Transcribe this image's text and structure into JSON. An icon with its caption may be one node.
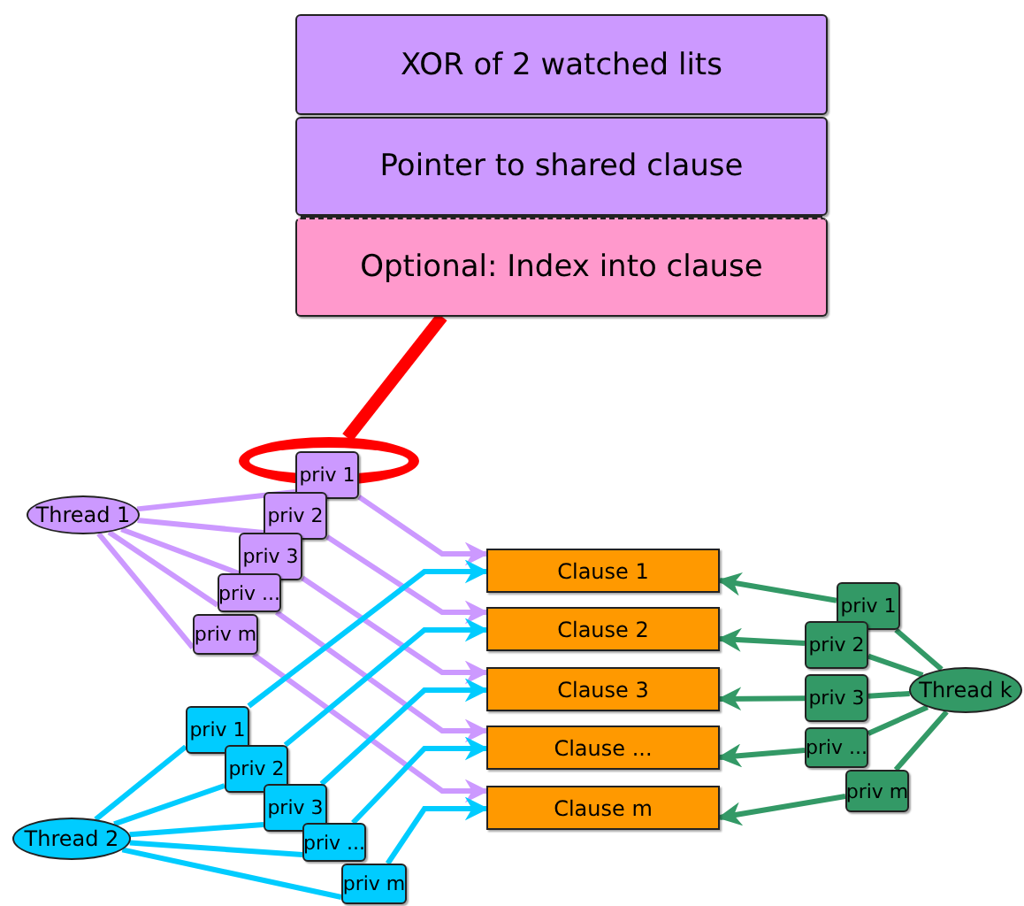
{
  "diagram": {
    "nodes": [
      {
        "text": [
          "XOR of 2 watched lits"
        ]
      },
      {
        "text": [
          "Pointer to shared clause"
        ]
      },
      {
        "text": [
          "Optional: Index into clause"
        ]
      },
      {
        "text": [],
        "shape": "ellipse"
      },
      {
        "text": [
          "Thread 1"
        ]
      },
      {
        "text": [
          "priv 1"
        ]
      },
      {
        "text": [
          "priv 2"
        ]
      },
      {
        "text": [
          "priv 3"
        ]
      },
      {
        "text": [
          "priv ..."
        ]
      },
      {
        "text": [
          "priv m"
        ]
      },
      {
        "text": [
          "Clause 1"
        ]
      },
      {
        "text": [
          "Clause 2"
        ]
      },
      {
        "text": [
          "Clause 3"
        ]
      },
      {
        "text": [
          "Clause ..."
        ]
      },
      {
        "text": [
          "Clause m"
        ]
      },
      {
        "text": [
          "Thread 2"
        ]
      },
      {
        "text": [
          "priv 1"
        ]
      },
      {
        "text": [
          "priv 2"
        ]
      },
      {
        "text": [
          "priv 3"
        ]
      },
      {
        "text": [
          "priv ..."
        ]
      },
      {
        "text": [
          "priv m"
        ]
      },
      {
        "text": [
          "Thread k"
        ]
      },
      {
        "text": [
          "priv 1"
        ]
      },
      {
        "text": [
          "priv 2"
        ]
      },
      {
        "text": [
          "priv 3"
        ]
      },
      {
        "text": [
          "priv ..."
        ]
      },
      {
        "text": [
          "priv m"
        ]
      }
    ],
    "edges": [
      {
        "from": 2,
        "to": 3,
        "arrow": "none",
        "style": "thick",
        "color": "#ff0000"
      },
      {
        "from": 4,
        "to": 5,
        "arrow": "none",
        "color": "#cc99ff"
      },
      {
        "from": 4,
        "to": 6,
        "arrow": "none",
        "color": "#cc99ff"
      },
      {
        "from": 4,
        "to": 7,
        "arrow": "none",
        "color": "#cc99ff"
      },
      {
        "from": 4,
        "to": 8,
        "arrow": "none",
        "color": "#cc99ff"
      },
      {
        "from": 4,
        "to": 9,
        "arrow": "none",
        "color": "#cc99ff"
      },
      {
        "from": 5,
        "to": 10,
        "arrow": "to",
        "color": "#cc99ff"
      },
      {
        "from": 6,
        "to": 11,
        "arrow": "to",
        "color": "#cc99ff"
      },
      {
        "from": 7,
        "to": 12,
        "arrow": "to",
        "color": "#cc99ff"
      },
      {
        "from": 8,
        "to": 13,
        "arrow": "to",
        "color": "#cc99ff"
      },
      {
        "from": 9,
        "to": 14,
        "arrow": "to",
        "color": "#cc99ff"
      },
      {
        "from": 15,
        "to": 16,
        "arrow": "none",
        "color": "#00ccff"
      },
      {
        "from": 15,
        "to": 17,
        "arrow": "none",
        "color": "#00ccff"
      },
      {
        "from": 15,
        "to": 18,
        "arrow": "none",
        "color": "#00ccff"
      },
      {
        "from": 15,
        "to": 19,
        "arrow": "none",
        "color": "#00ccff"
      },
      {
        "from": 15,
        "to": 20,
        "arrow": "none",
        "color": "#00ccff"
      },
      {
        "from": 16,
        "to": 10,
        "arrow": "to",
        "color": "#00ccff"
      },
      {
        "from": 17,
        "to": 11,
        "arrow": "to",
        "color": "#00ccff"
      },
      {
        "from": 18,
        "to": 12,
        "arrow": "to",
        "color": "#00ccff"
      },
      {
        "from": 19,
        "to": 13,
        "arrow": "to",
        "color": "#00ccff"
      },
      {
        "from": 20,
        "to": 14,
        "arrow": "to",
        "color": "#00ccff"
      },
      {
        "from": 21,
        "to": 22,
        "arrow": "none",
        "color": "#339966"
      },
      {
        "from": 21,
        "to": 23,
        "arrow": "none",
        "color": "#339966"
      },
      {
        "from": 21,
        "to": 24,
        "arrow": "none",
        "color": "#339966"
      },
      {
        "from": 21,
        "to": 25,
        "arrow": "none",
        "color": "#339966"
      },
      {
        "from": 21,
        "to": 26,
        "arrow": "none",
        "color": "#339966"
      },
      {
        "from": 22,
        "to": 10,
        "arrow": "to",
        "color": "#339966"
      },
      {
        "from": 23,
        "to": 11,
        "arrow": "to",
        "color": "#339966"
      },
      {
        "from": 24,
        "to": 12,
        "arrow": "to",
        "color": "#339966"
      },
      {
        "from": 25,
        "to": 13,
        "arrow": "to",
        "color": "#339966"
      },
      {
        "from": 26,
        "to": 14,
        "arrow": "to",
        "color": "#339966"
      }
    ]
  }
}
